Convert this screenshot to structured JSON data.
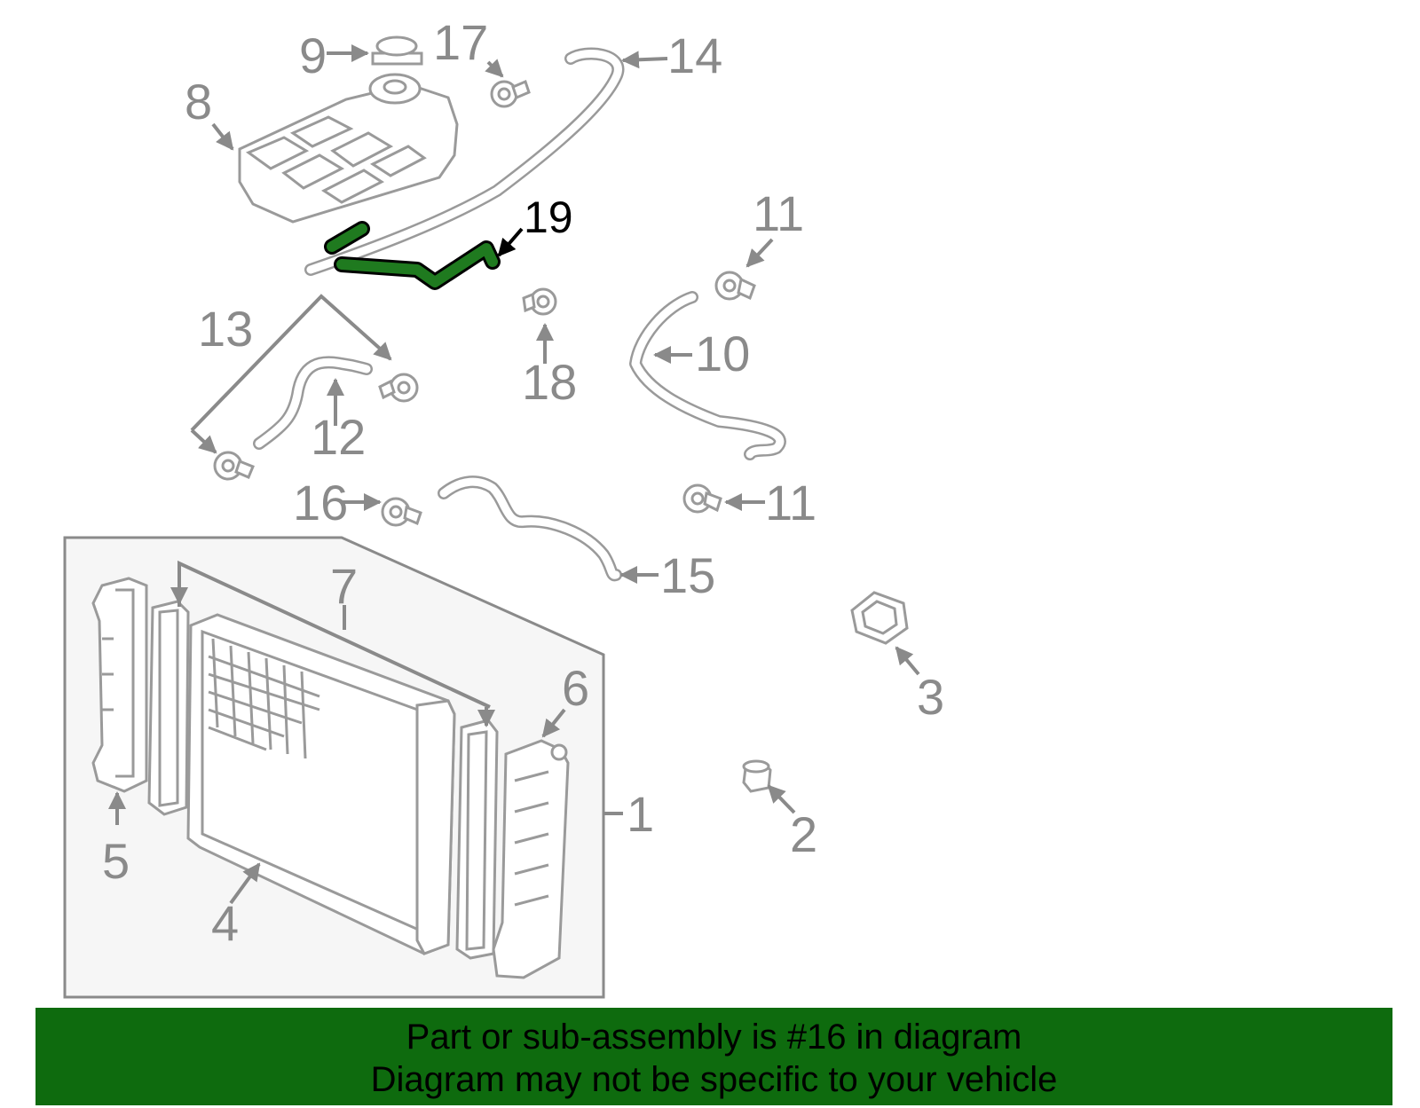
{
  "diagram": {
    "highlight_color": "#0e6b0e",
    "callouts": [
      "1",
      "2",
      "3",
      "4",
      "5",
      "6",
      "7",
      "8",
      "9",
      "10",
      "11",
      "11",
      "12",
      "13",
      "14",
      "15",
      "16",
      "17",
      "18",
      "19"
    ],
    "highlighted_part": "16"
  },
  "banner": {
    "line1": "Part or sub-assembly is #16 in diagram",
    "line2": "Diagram may not be specific to your vehicle"
  }
}
